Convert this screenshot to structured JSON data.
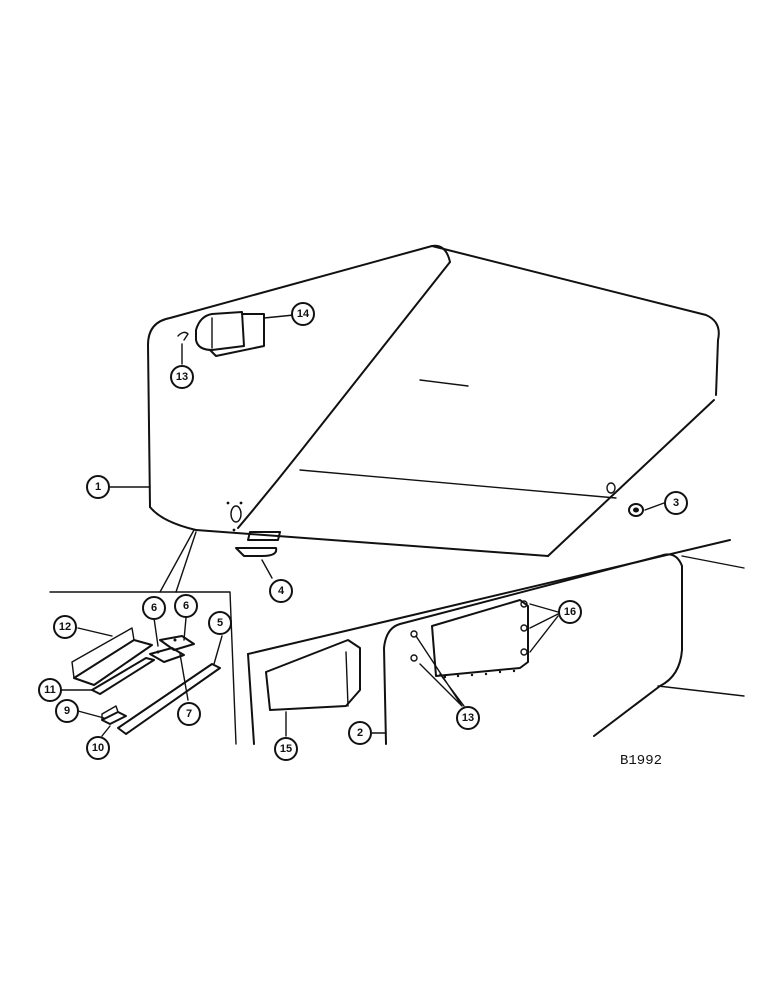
{
  "figure_id": "B1992",
  "callouts": {
    "c1": "1",
    "c2": "2",
    "c3": "3",
    "c4": "4",
    "c5": "5",
    "c6a": "6",
    "c6b": "6",
    "c7": "7",
    "c9": "9",
    "c10": "10",
    "c11": "11",
    "c12": "12",
    "c13a": "13",
    "c13b": "13",
    "c14": "14",
    "c15": "15",
    "c16": "16"
  }
}
